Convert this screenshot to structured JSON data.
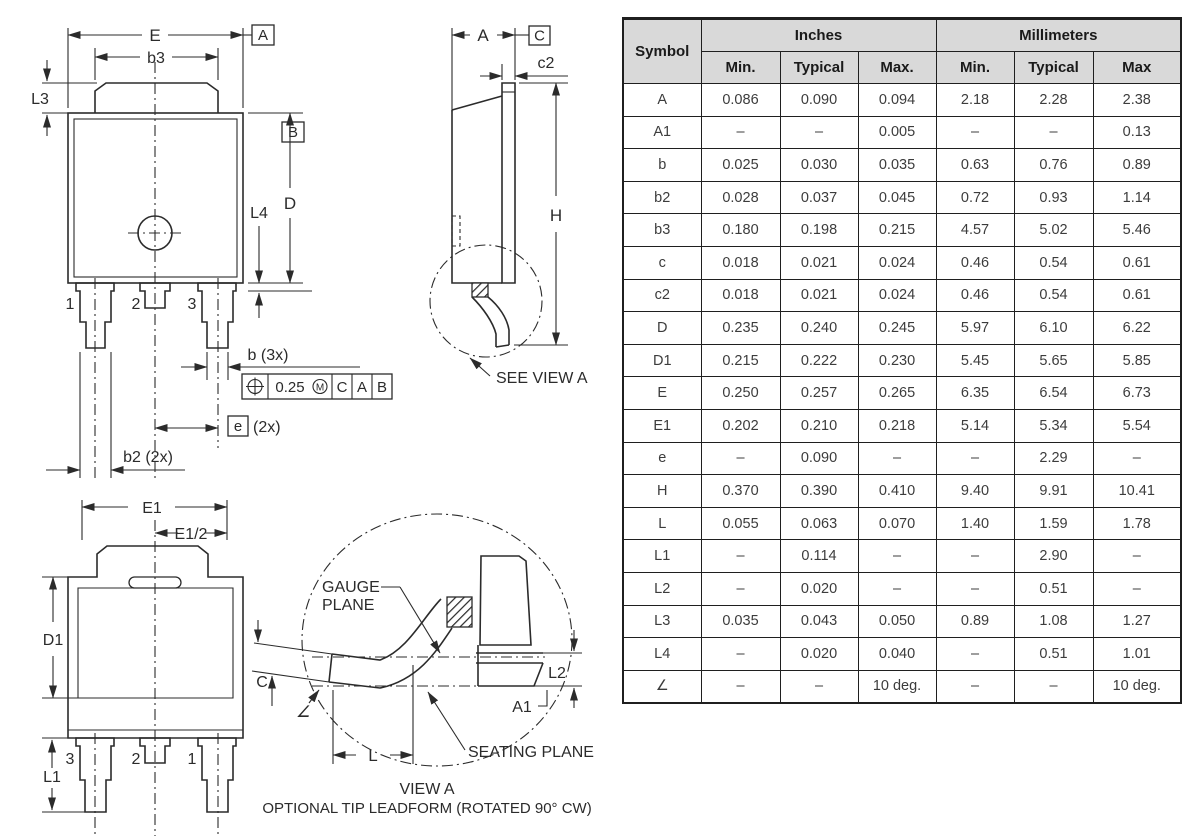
{
  "colors": {
    "line": "#2b2b2b",
    "table_border": "#1f1f1f",
    "header_bg": "#d9d9d9",
    "value_text": "#3c3c3c"
  },
  "drawing": {
    "front_view": {
      "dim_e": "E",
      "datum_a": "A",
      "dim_b3": "b3",
      "dim_l3": "L3",
      "datum_b": "B",
      "dim_d": "D",
      "dim_l4": "L4",
      "pins": [
        "1",
        "2",
        "3"
      ],
      "dim_b": "b (3x)",
      "fcf": {
        "tolerance": "0.25",
        "modifier": "M",
        "datums": [
          "C",
          "A",
          "B"
        ]
      },
      "dim_e_pitch": "e",
      "dim_e_count": "(2x)",
      "dim_b2": "b2 (2x)"
    },
    "side_view": {
      "dim_a": "A",
      "datum_c": "C",
      "dim_c2": "c2",
      "dim_h": "H",
      "see_view_a": "SEE VIEW A"
    },
    "back_view": {
      "dim_e1": "E1",
      "dim_e1_half": "E1/2",
      "dim_d1": "D1",
      "dim_l1": "L1",
      "pins": [
        "3",
        "2",
        "1"
      ]
    },
    "view_a": {
      "gauge_plane_line1": "GAUGE",
      "gauge_plane_line2": "PLANE",
      "seating_plane": "SEATING PLANE",
      "dim_c": "C",
      "dim_angle": "∠",
      "dim_l": "L",
      "dim_l2": "L2",
      "dim_a1": "A1",
      "title": "VIEW A",
      "subtitle": "OPTIONAL TIP LEADFORM (ROTATED 90° CW)"
    }
  },
  "table": {
    "header": {
      "symbol": "Symbol",
      "inches": "Inches",
      "millimeters": "Millimeters",
      "subheaders": [
        "Min.",
        "Typical",
        "Max.",
        "Min.",
        "Typical",
        "Max"
      ]
    },
    "rows": [
      [
        "A",
        "0.086",
        "0.090",
        "0.094",
        "2.18",
        "2.28",
        "2.38"
      ],
      [
        "A1",
        "–",
        "–",
        "0.005",
        "–",
        "–",
        "0.13"
      ],
      [
        "b",
        "0.025",
        "0.030",
        "0.035",
        "0.63",
        "0.76",
        "0.89"
      ],
      [
        "b2",
        "0.028",
        "0.037",
        "0.045",
        "0.72",
        "0.93",
        "1.14"
      ],
      [
        "b3",
        "0.180",
        "0.198",
        "0.215",
        "4.57",
        "5.02",
        "5.46"
      ],
      [
        "c",
        "0.018",
        "0.021",
        "0.024",
        "0.46",
        "0.54",
        "0.61"
      ],
      [
        "c2",
        "0.018",
        "0.021",
        "0.024",
        "0.46",
        "0.54",
        "0.61"
      ],
      [
        "D",
        "0.235",
        "0.240",
        "0.245",
        "5.97",
        "6.10",
        "6.22"
      ],
      [
        "D1",
        "0.215",
        "0.222",
        "0.230",
        "5.45",
        "5.65",
        "5.85"
      ],
      [
        "E",
        "0.250",
        "0.257",
        "0.265",
        "6.35",
        "6.54",
        "6.73"
      ],
      [
        "E1",
        "0.202",
        "0.210",
        "0.218",
        "5.14",
        "5.34",
        "5.54"
      ],
      [
        "e",
        "–",
        "0.090",
        "–",
        "–",
        "2.29",
        "–"
      ],
      [
        "H",
        "0.370",
        "0.390",
        "0.410",
        "9.40",
        "9.91",
        "10.41"
      ],
      [
        "L",
        "0.055",
        "0.063",
        "0.070",
        "1.40",
        "1.59",
        "1.78"
      ],
      [
        "L1",
        "–",
        "0.114",
        "–",
        "–",
        "2.90",
        "–"
      ],
      [
        "L2",
        "–",
        "0.020",
        "–",
        "–",
        "0.51",
        "–"
      ],
      [
        "L3",
        "0.035",
        "0.043",
        "0.050",
        "0.89",
        "1.08",
        "1.27"
      ],
      [
        "L4",
        "–",
        "0.020",
        "0.040",
        "–",
        "0.51",
        "1.01"
      ],
      [
        "∠",
        "–",
        "–",
        "10 deg.",
        "–",
        "–",
        "10 deg."
      ]
    ]
  }
}
